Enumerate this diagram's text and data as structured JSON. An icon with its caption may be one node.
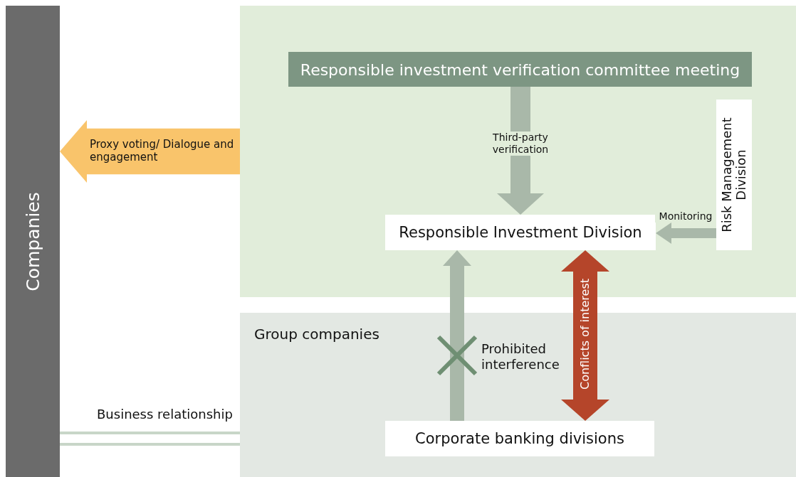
{
  "diagram": {
    "nodes": [
      {
        "text": [
          "Companies"
        ]
      },
      {
        "text": [],
        "shape": "box"
      },
      {
        "text": [
          "Responsible investment verification committee meeting"
        ],
        "in": 1
      },
      {
        "text": [
          "Risk Management Division"
        ],
        "in": 1
      },
      {
        "text": [
          "Responsible Investment Division"
        ],
        "in": 1
      },
      {
        "text": [
          "Group companies"
        ]
      },
      {
        "text": [
          "Corporate banking divisions"
        ],
        "in": 5
      }
    ],
    "edges": [
      {
        "from": 2,
        "to": 4,
        "arrow": "to",
        "label": "Third-party verification"
      },
      {
        "from": 3,
        "to": 4,
        "arrow": "to",
        "label": "Monitoring"
      },
      {
        "from": 6,
        "to": 4,
        "arrow": "to",
        "label": "Prohibited interference"
      },
      {
        "from": 6,
        "to": 4,
        "arrow": "both",
        "label": "Conflicts of interest",
        "color": "#b5452a"
      },
      {
        "from": 1,
        "to": 0,
        "arrow": "to",
        "label": "Proxy voting/ Dialogue and engagement",
        "style": "thick",
        "color": "#f9c46b"
      },
      {
        "from": 0,
        "to": 5,
        "arrow": "none",
        "label": "Business relationship",
        "color": "#c8d6c8"
      }
    ]
  }
}
